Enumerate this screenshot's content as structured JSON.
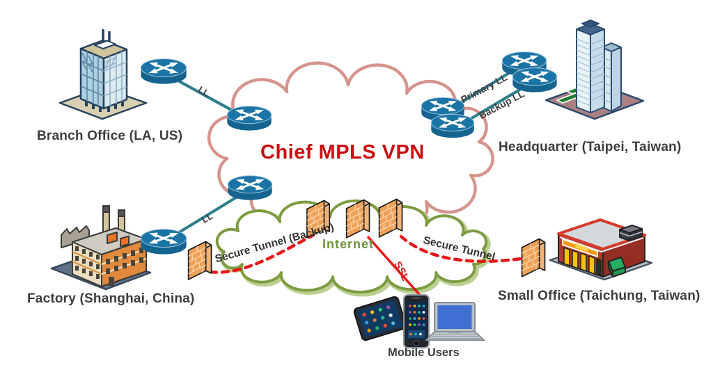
{
  "clouds": {
    "mpls_vpn": {
      "label": "Chief MPLS VPN",
      "outline_color": "#d4958c",
      "label_color": "#c90d0f"
    },
    "internet": {
      "label": "Internet",
      "outline_color": "#7d9c42",
      "label_color": "#6f9540"
    }
  },
  "sites": {
    "branch_office": {
      "label": "Branch Office (LA, US)",
      "icon": "office-building-icon"
    },
    "headquarter": {
      "label": "Headquarter (Taipei, Taiwan)",
      "icon": "skyscraper-icon"
    },
    "factory": {
      "label": "Factory (Shanghai, China)",
      "icon": "factory-icon"
    },
    "small_office": {
      "label": "Small Office (Taichung, Taiwan)",
      "icon": "shop-icon"
    },
    "mobile_users": {
      "label": "Mobile Users",
      "icons": [
        "tablet-icon",
        "smartphone-icon",
        "laptop-icon"
      ]
    }
  },
  "links": {
    "branch_ll": {
      "label": "LL",
      "type": "leased-line",
      "color": "#2e7f8e"
    },
    "factory_ll": {
      "label": "LL",
      "type": "leased-line",
      "color": "#2e7f8e"
    },
    "primary_ll": {
      "label": "Primary LL",
      "type": "leased-line",
      "color": "#2e7f8e"
    },
    "backup_ll": {
      "label": "Backup LL",
      "type": "leased-line",
      "color": "#2e7f8e"
    },
    "secure_tunnel_backup": {
      "label": "Secure Tunnel (Backup)",
      "type": "dashed-vpn-tunnel",
      "color": "#e81718"
    },
    "secure_tunnel": {
      "label": "Secure Tunnel",
      "type": "dashed-vpn-tunnel",
      "color": "#e81718"
    },
    "ssl": {
      "label": "SSL",
      "type": "solid-ssl-line",
      "color": "#e81718"
    }
  },
  "equipment": {
    "router_count": 8,
    "firewall_count": 5,
    "router_color": "#1b74a6",
    "firewall_color": "#efa057"
  }
}
